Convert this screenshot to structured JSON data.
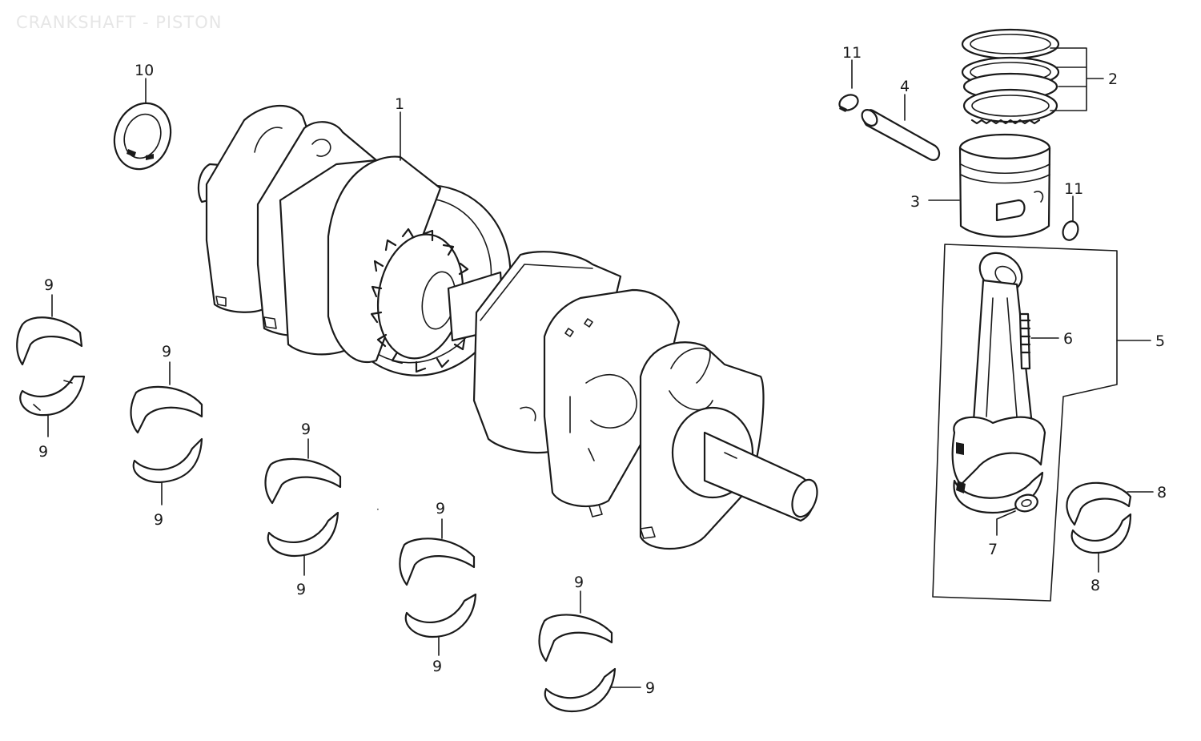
{
  "diagram": {
    "title": "CRANKSHAFT - PISTON",
    "callouts": {
      "crankshaft": "1",
      "piston_rings": "2",
      "piston": "3",
      "piston_pin": "4",
      "connecting_rod_assy": "5",
      "rod_bolt": "6",
      "rod_nut": "7",
      "rod_bearing_upper": "8",
      "rod_bearing_lower": "8",
      "main_bearing": "9",
      "oil_seal": "10",
      "clip_a": "11",
      "clip_b": "11"
    }
  }
}
